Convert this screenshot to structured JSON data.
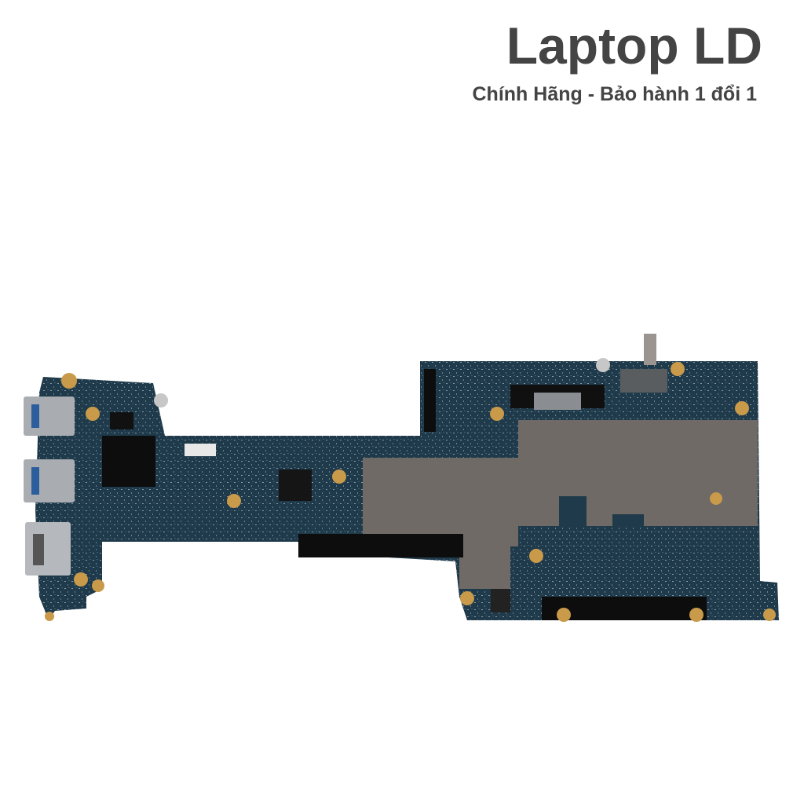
{
  "brand": {
    "title": "Laptop LD",
    "subtitle": "Chính Hãng - Bảo hành 1 đổi 1"
  },
  "product_photo": {
    "subject": "laptop-motherboard",
    "colors": {
      "board": "#1f3a4a",
      "shield": "#6f6a66",
      "chip": "#0d0d0d",
      "port": "#a9adb2",
      "mount_pad": "#c89a4a",
      "background": "#ffffff",
      "text": "#444444"
    }
  }
}
